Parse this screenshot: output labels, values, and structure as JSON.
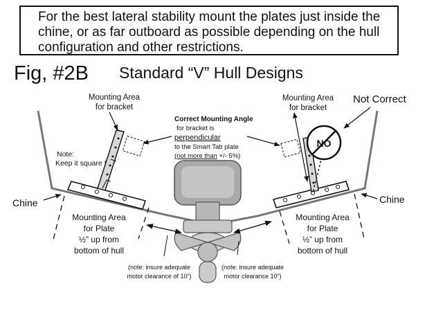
{
  "note_text": "For the best lateral stability mount the plates just inside the chine, or as far outboard as possible depending on the hull configuration and other restrictions.",
  "figure": {
    "label": "Fig, #2B",
    "title": "Standard “V” Hull Designs"
  },
  "labels": {
    "mounting_area_bracket_left": [
      "Mounting Area",
      "for bracket"
    ],
    "mounting_area_bracket_right": [
      "Mounting Area",
      "for bracket"
    ],
    "not_correct": "Not Correct",
    "no_symbol": "NO",
    "note_square": [
      "Note:",
      "Keep it square !"
    ],
    "correct_angle_title": "Correct Mounting Angle",
    "correct_angle_lines": [
      "for bracket is",
      "perpendicular",
      "to the Smart Tab plate"
    ],
    "correct_angle_tolerance_underlined": "(not more than",
    "correct_angle_tolerance_rest": " +/- 5%)",
    "chine_left": "Chine",
    "chine_right": "Chine",
    "mounting_area_plate_left": [
      "Mounting Area",
      "for Plate",
      "½” up from",
      "bottom of hull"
    ],
    "mounting_area_plate_right": [
      "Mounting Area",
      "for Plate",
      "½” up from",
      "bottom of hull"
    ],
    "motor_note_left": [
      "(note: insure adequate",
      "motor clearance of 10”)"
    ],
    "motor_note_right": [
      "(note: insure adequate",
      "motor clearance 10”)"
    ]
  }
}
